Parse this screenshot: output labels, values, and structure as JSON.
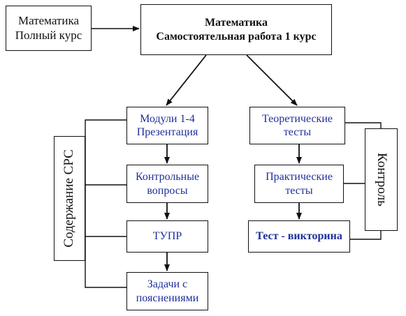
{
  "diagram": {
    "course_box": {
      "line1": "Математика",
      "line2": "Полный курс"
    },
    "main_box": {
      "line1": "Математика",
      "line2": "Самостоятельная работа 1 курс"
    },
    "left_column": {
      "modules": {
        "line1": "Модули 1-4",
        "line2": "Презентация"
      },
      "questions": {
        "line1": "Контрольные",
        "line2": "вопросы"
      },
      "tupr": {
        "line1": "ТУПР"
      },
      "tasks": {
        "line1": "Задачи с",
        "line2": "пояснениями"
      }
    },
    "right_column": {
      "theory": {
        "line1": "Теоретические",
        "line2": "тесты"
      },
      "practice": {
        "line1": "Практические",
        "line2": "тесты"
      },
      "quiz": {
        "line1": "Тест - викторина"
      }
    },
    "side_labels": {
      "content": "Содержание СРС",
      "control": "Контроль"
    },
    "colors": {
      "border": "#111111",
      "black_text": "#111111",
      "blue_text": "#1f2f9a"
    }
  }
}
